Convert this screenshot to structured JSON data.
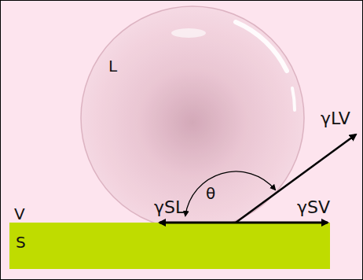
{
  "diagram": {
    "labels": [
      "L",
      "V",
      "S",
      "γLV",
      "γSL",
      "γSV",
      "θ"
    ]
  }
}
